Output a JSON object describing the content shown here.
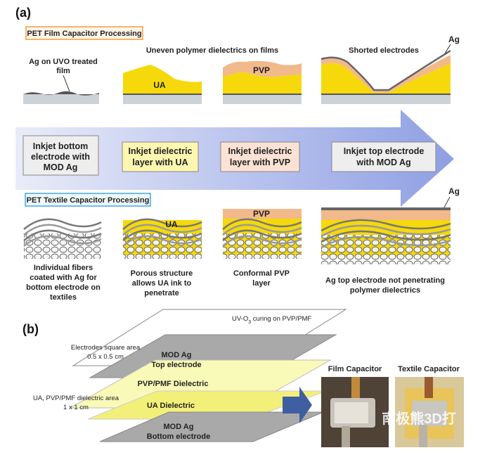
{
  "panel_a": {
    "tag": "(a)",
    "film_header": "PET Film Capacitor Processing",
    "textile_header": "PET Textile Capacitor Processing",
    "film": {
      "step1": [
        "Ag on UVO treated",
        "film"
      ],
      "uneven": "Uneven polymer dielectrics on films",
      "shorted": "Shorted electrodes",
      "ag": "Ag",
      "ua": "UA",
      "pvp": "PVP"
    },
    "arrow_steps": [
      [
        "Inkjet bottom",
        "electrode with",
        "MOD Ag"
      ],
      [
        "Inkjet dielectric",
        "layer with UA"
      ],
      [
        "Inkjet dielectric",
        "layer with PVP"
      ],
      [
        "Inkjet top electrode",
        "with MOD Ag"
      ]
    ],
    "textile": {
      "ag": "Ag",
      "ua": "UA",
      "pvp": "PVP",
      "cap1": [
        "Individual fibers",
        "coated with Ag for",
        "bottom electrode on",
        "textiles"
      ],
      "cap2": [
        "Porous structure",
        "allows UA ink to",
        "penetrate"
      ],
      "cap3": [
        "Conformal PVP",
        "layer"
      ],
      "cap4": [
        "Ag top electrode not penetrating",
        "polymer dielectrics"
      ]
    },
    "colors": {
      "ua": "#f5d90a",
      "pvp": "#f2b98a",
      "substrate": "#cdd2d8",
      "arrow": "#9aa8e6"
    }
  },
  "panel_b": {
    "tag": "(b)",
    "uv": "UV-O",
    "uv_sub": "3",
    "uv_rest": " curing on PVP/PMF",
    "square1": "Electrodes square area",
    "square2": "0.5 x 0.5 cm",
    "area1": "UA, PVP/PMF dielectric area",
    "area2": "1 x 1 cm",
    "top1": "MOD Ag",
    "top2": "Top electrode",
    "pvp": "PVP/PMF Dielectric",
    "ua": "UA Dielectric",
    "bot1": "MOD Ag",
    "bot2": "Bottom electrode",
    "film_cap": "Film Capacitor",
    "textile_cap": "Textile Capacitor",
    "watermark": "南极熊3D打"
  }
}
